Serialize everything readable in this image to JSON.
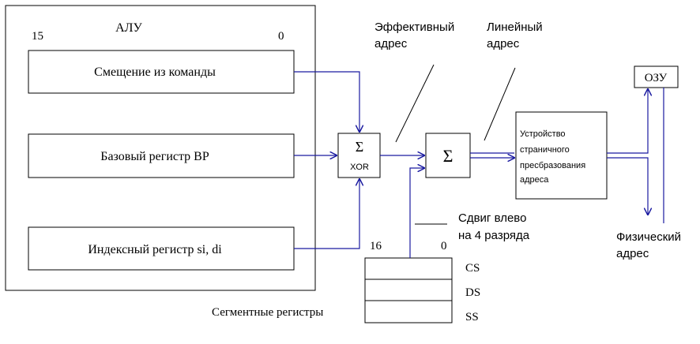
{
  "alu": {
    "title": "АЛУ",
    "bit_high": "15",
    "bit_low": "0"
  },
  "registers": {
    "offset": "Смещение из команды",
    "base": "Базовый регистр BP",
    "index": "Индексный регистр si, di"
  },
  "adder1": {
    "symbol": "Σ",
    "sub": "XOR"
  },
  "adder2": {
    "symbol": "Σ"
  },
  "effective_address": {
    "line1": "Эффективный",
    "line2": "адрес"
  },
  "linear_address": {
    "line1": "Линейный",
    "line2": "адрес"
  },
  "paging_unit": {
    "line1": "Устройство",
    "line2": "страничного",
    "line3": "пресбразования",
    "line4": "адреса"
  },
  "ram": {
    "label": "ОЗУ"
  },
  "physical_address": {
    "line1": "Физический",
    "line2": "адрес"
  },
  "shift_note": {
    "line1": "Сдвиг влево",
    "line2": "на 4 разряда"
  },
  "segment_registers": {
    "bit_high": "16",
    "bit_low": "0",
    "items": [
      "CS",
      "DS",
      "SS"
    ],
    "caption": "Сегментные регистры"
  },
  "colors": {
    "wire": "#1a1aa0",
    "stroke": "#000000",
    "background": "#ffffff"
  }
}
